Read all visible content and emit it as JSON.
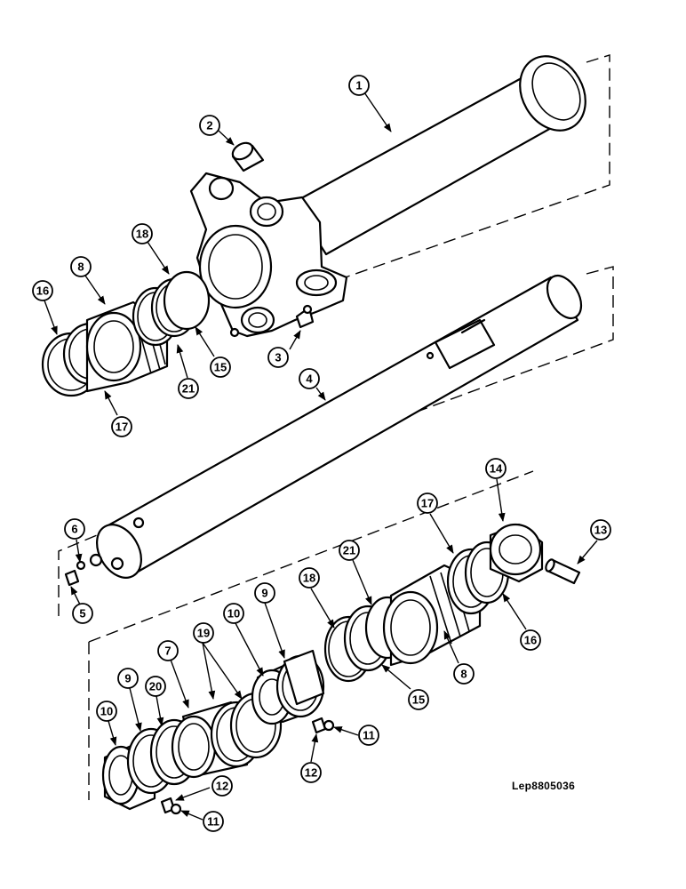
{
  "figure_reference": "Lep8805036",
  "callouts": [
    "1",
    "2",
    "3",
    "4",
    "5",
    "6",
    "7",
    "8",
    "9",
    "10",
    "11",
    "12",
    "13",
    "14",
    "15",
    "16",
    "17",
    "18",
    "19",
    "20",
    "21"
  ]
}
